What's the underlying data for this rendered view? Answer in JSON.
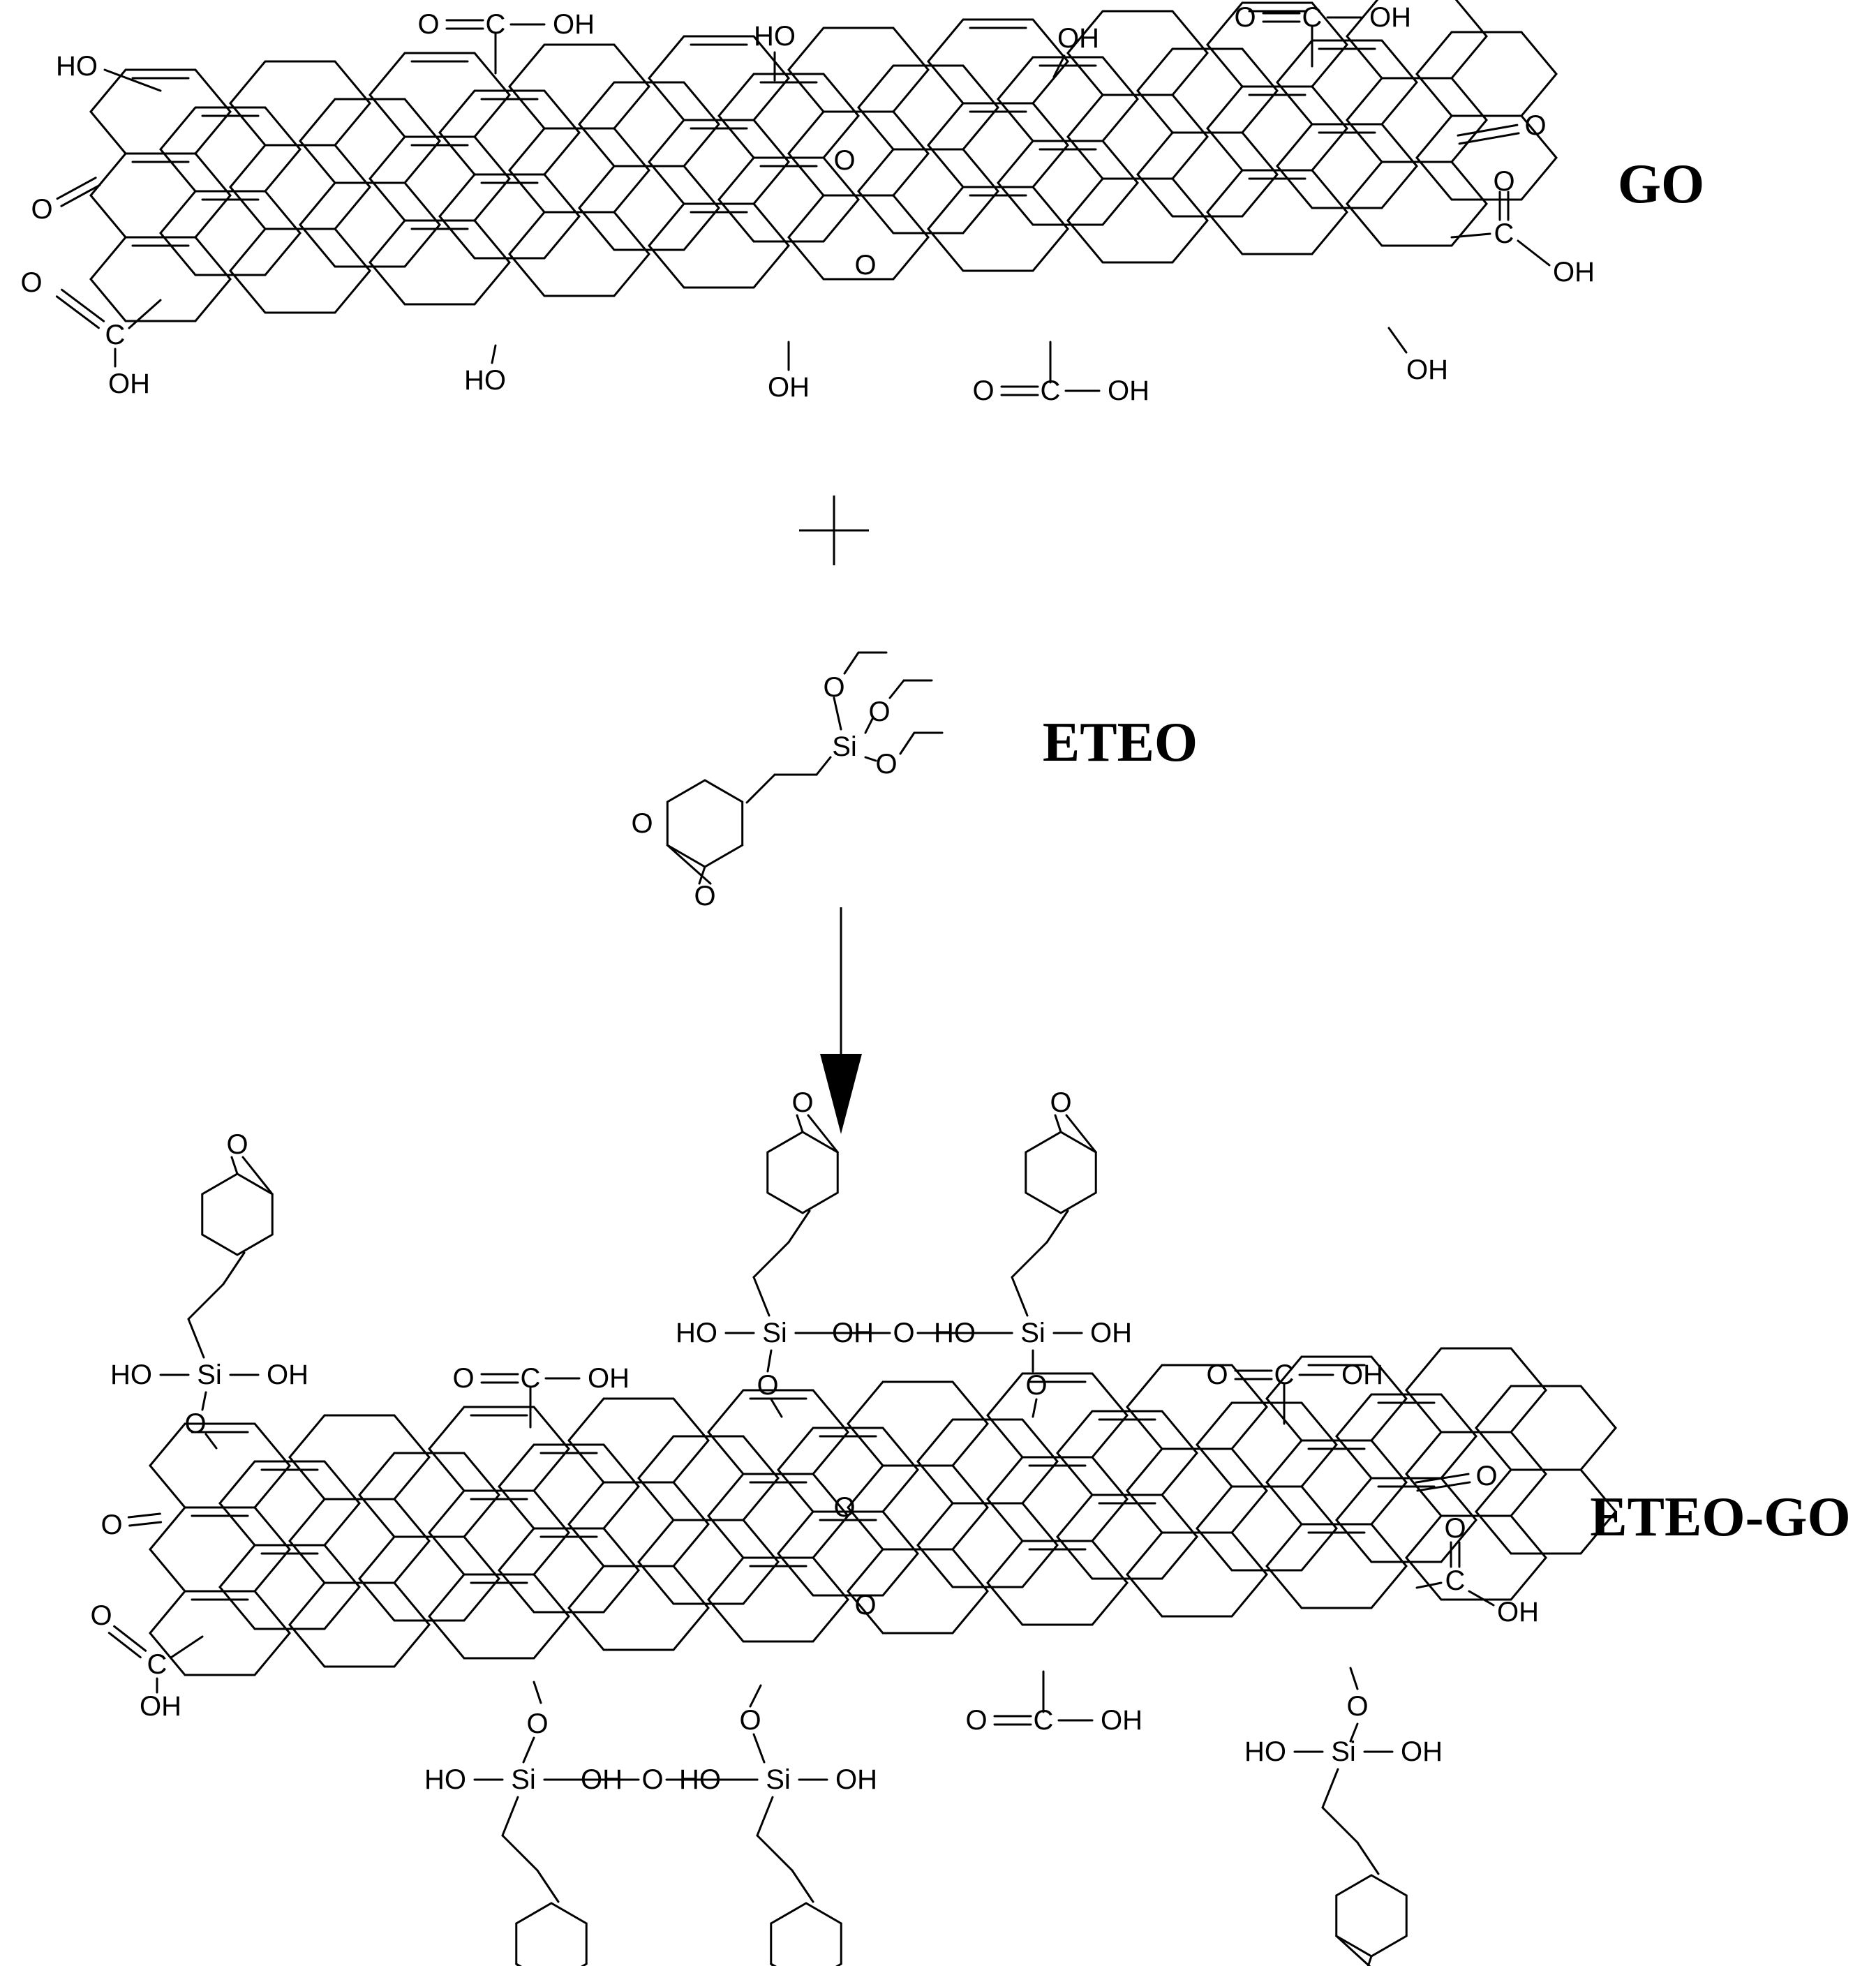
{
  "labels": {
    "go": "GO",
    "eteo": "ETEO",
    "eteo_go": "ETEO-GO",
    "plus": "+"
  },
  "atoms": {
    "oh": "OH",
    "ho": "HO",
    "o": "O",
    "c": "C",
    "si": "Si"
  },
  "colors": {
    "ink": "#000000",
    "background": "#ffffff"
  }
}
